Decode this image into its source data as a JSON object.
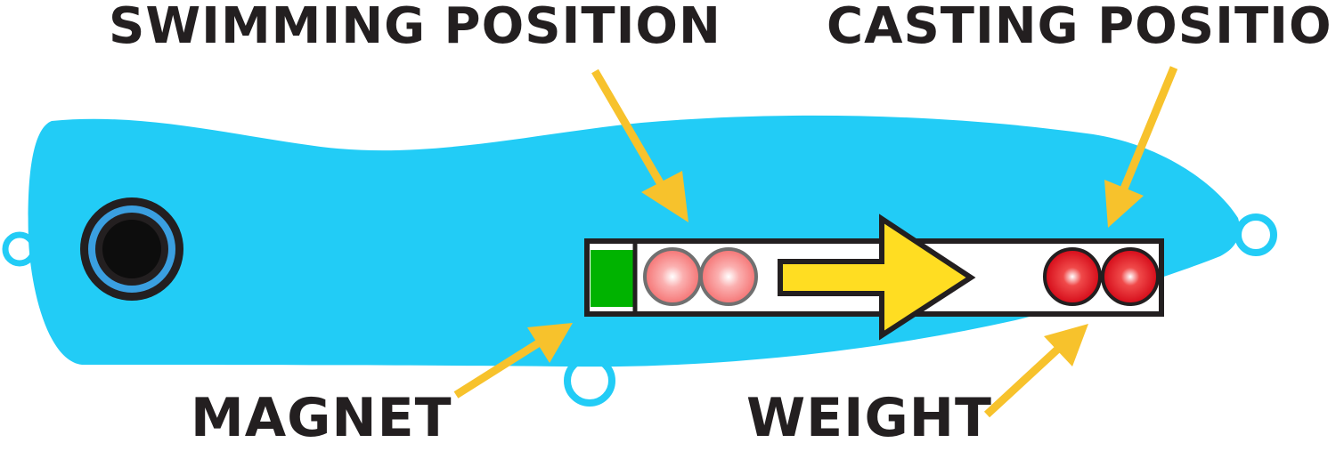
{
  "labels": {
    "swimming_position": "SWIMMING POSITION",
    "casting_position": "CASTING POSITION",
    "magnet": "MAGNET",
    "weight": "WEIGHT"
  },
  "colors": {
    "lure_body": "#22ccf6",
    "eye_ring": "#3a9fe0",
    "eye_pupil": "#0d0d0d",
    "outline": "#231f20",
    "magnet": "#00b300",
    "weight_swimming": "#f87878",
    "weight_casting": "#e8101e",
    "direction_arrow": "#ffdd22",
    "pointer_arrow": "#f7c22c",
    "text": "#231f20"
  },
  "icons": {
    "eye": "eye-icon",
    "direction": "right-arrow-icon",
    "pointer": "arrow-pointer-icon",
    "ring": "line-tie-ring-icon"
  }
}
